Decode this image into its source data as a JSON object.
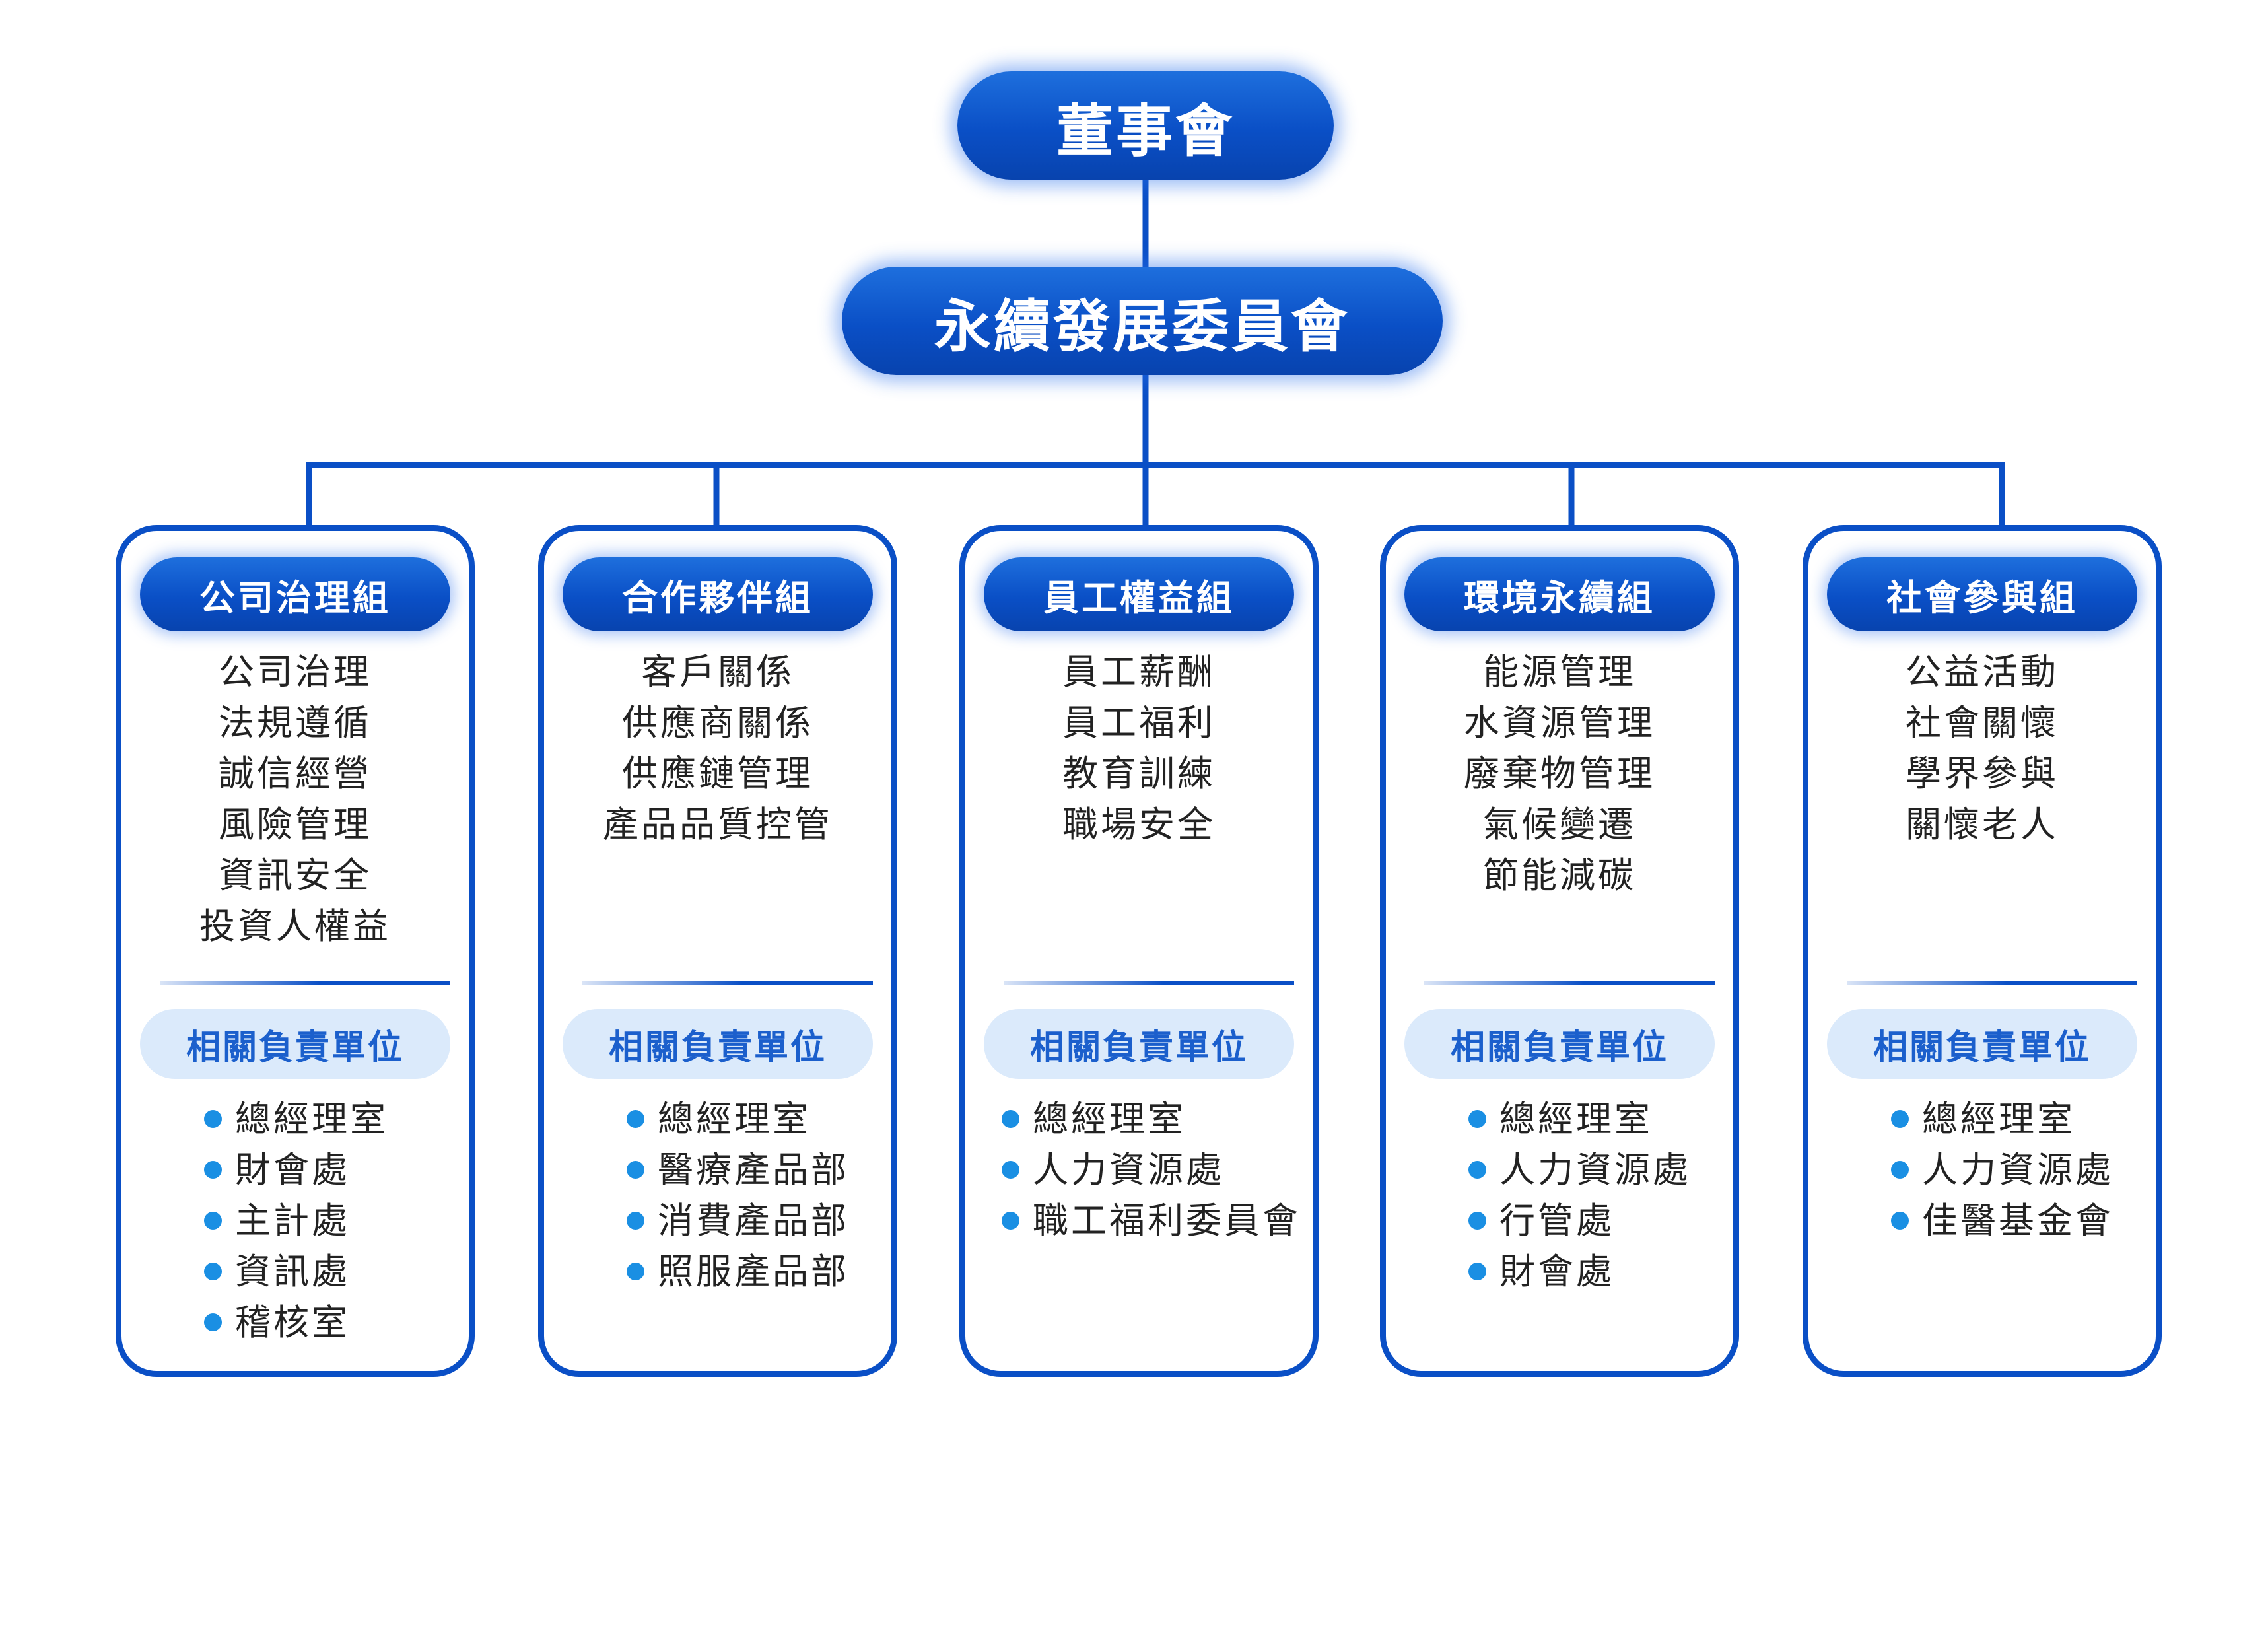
{
  "board": {
    "label": "董事會"
  },
  "committee": {
    "label": "永續發展委員會"
  },
  "colors": {
    "primary": "#0a4fc6",
    "label_background": "#dbeafb",
    "label_text": "#1b5fcc",
    "bullet": "#1a8fe3"
  },
  "groups": [
    {
      "title": "公司治理組",
      "topics": [
        "公司治理",
        "法規遵循",
        "誠信經營",
        "風險管理",
        "資訊安全",
        "投資人權益"
      ],
      "responsible_label": "相關負責單位",
      "units": [
        "總經理室",
        "財會處",
        "主計處",
        "資訊處",
        "稽核室"
      ]
    },
    {
      "title": "合作夥伴組",
      "topics": [
        "客戶關係",
        "供應商關係",
        "供應鏈管理",
        "產品品質控管"
      ],
      "responsible_label": "相關負責單位",
      "units": [
        "總經理室",
        "醫療產品部",
        "消費產品部",
        "照服產品部"
      ]
    },
    {
      "title": "員工權益組",
      "topics": [
        "員工薪酬",
        "員工福利",
        "教育訓練",
        "職場安全"
      ],
      "responsible_label": "相關負責單位",
      "units": [
        "總經理室",
        "人力資源處",
        "職工福利委員會"
      ]
    },
    {
      "title": "環境永續組",
      "topics": [
        "能源管理",
        "水資源管理",
        "廢棄物管理",
        "氣候變遷",
        "節能減碳"
      ],
      "responsible_label": "相關負責單位",
      "units": [
        "總經理室",
        "人力資源處",
        "行管處",
        "財會處"
      ]
    },
    {
      "title": "社會參與組",
      "topics": [
        "公益活動",
        "社會關懷",
        "學界參與",
        "關懷老人"
      ],
      "responsible_label": "相關負責單位",
      "units": [
        "總經理室",
        "人力資源處",
        "佳醫基金會"
      ]
    }
  ]
}
